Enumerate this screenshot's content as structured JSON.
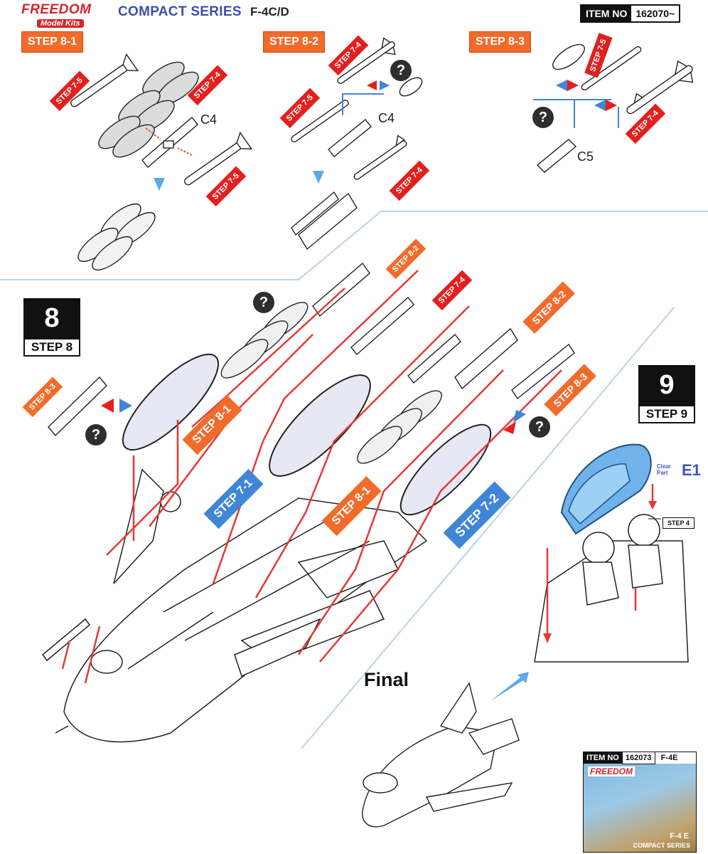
{
  "header": {
    "brand_line1": "FREEDOM",
    "brand_line2": "Model Kits",
    "series": "COMPACT SERIES",
    "model": "F-4C/D",
    "item_no_label": "ITEM NO",
    "item_no_value": "162070~"
  },
  "substeps": {
    "s81": "STEP 8-1",
    "s82": "STEP 8-2",
    "s83": "STEP 8-3"
  },
  "refs": {
    "r75": "STEP 7-5",
    "r74": "STEP 7-4",
    "r71": "STEP 7-1",
    "r72": "STEP 7-2",
    "r81": "STEP 8-1",
    "r82": "STEP 8-2",
    "r83": "STEP 8-3"
  },
  "parts": {
    "c4": "C4",
    "c5": "C5",
    "e1": "E1",
    "clear_part": "Clear Part"
  },
  "steps": {
    "step8_num": "8",
    "step8_label": "STEP 8",
    "step9_num": "9",
    "step9_label": "STEP 9",
    "step4_ref": "STEP 4"
  },
  "question": "?",
  "final_label": "Final",
  "bottom_box": {
    "item_no_label": "ITEM NO",
    "item_no_value": "162073",
    "model": "F-4E",
    "brand": "FREEDOM",
    "title": "F-4 E",
    "series": "COMPACT SERIES"
  },
  "colors": {
    "accent_orange": "#f26b2b",
    "accent_red": "#e2201f",
    "accent_blue": "#3f86d9",
    "line_red": "#e53935",
    "brand_red": "#d8232a",
    "series_blue": "#3c4fa8"
  }
}
